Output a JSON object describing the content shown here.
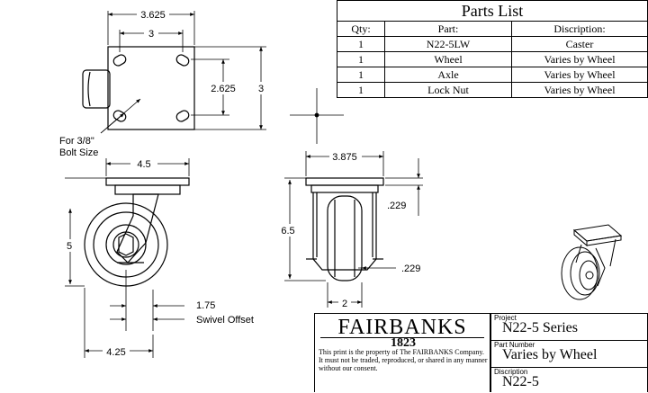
{
  "parts_list": {
    "title": "Parts List",
    "headers": {
      "qty": "Qty:",
      "part": "Part:",
      "description": "Discription:"
    },
    "rows": [
      {
        "qty": "1",
        "part": "N22-5LW",
        "description": "Caster"
      },
      {
        "qty": "1",
        "part": "Wheel",
        "description": "Varies by Wheel"
      },
      {
        "qty": "1",
        "part": "Axle",
        "description": "Varies by Wheel"
      },
      {
        "qty": "1",
        "part": "Lock Nut",
        "description": "Varies by Wheel"
      }
    ]
  },
  "dimensions": {
    "top_width_overall": "3.625",
    "top_width_holes": "3",
    "top_height_holes": "2.625",
    "top_height_overall": "3",
    "bolt_note_line1": "For 3/8\"",
    "bolt_note_line2": "Bolt Size",
    "side_plate_width": "4.5",
    "side_height": "5",
    "swivel_offset_value": "1.75",
    "swivel_offset_label": "Swivel Offset",
    "side_base_width": "4.25",
    "front_plate_width": "3.875",
    "front_plate_thickness": ".229",
    "front_height": "6.5",
    "front_wheel_offset": ".229",
    "front_wheel_width": "2"
  },
  "title_block": {
    "brand": "FAIRBANKS",
    "year": "1823",
    "notice": "This print is the property of The FAIRBANKS Company. It must not be traded, reproduced, or shared in any manner without our consent.",
    "project_label": "Project",
    "project_value": "N22-5 Series",
    "part_number_label": "Part Number",
    "part_number_value": "Varies by Wheel",
    "description_label": "Discription",
    "description_value": "N22-5"
  }
}
